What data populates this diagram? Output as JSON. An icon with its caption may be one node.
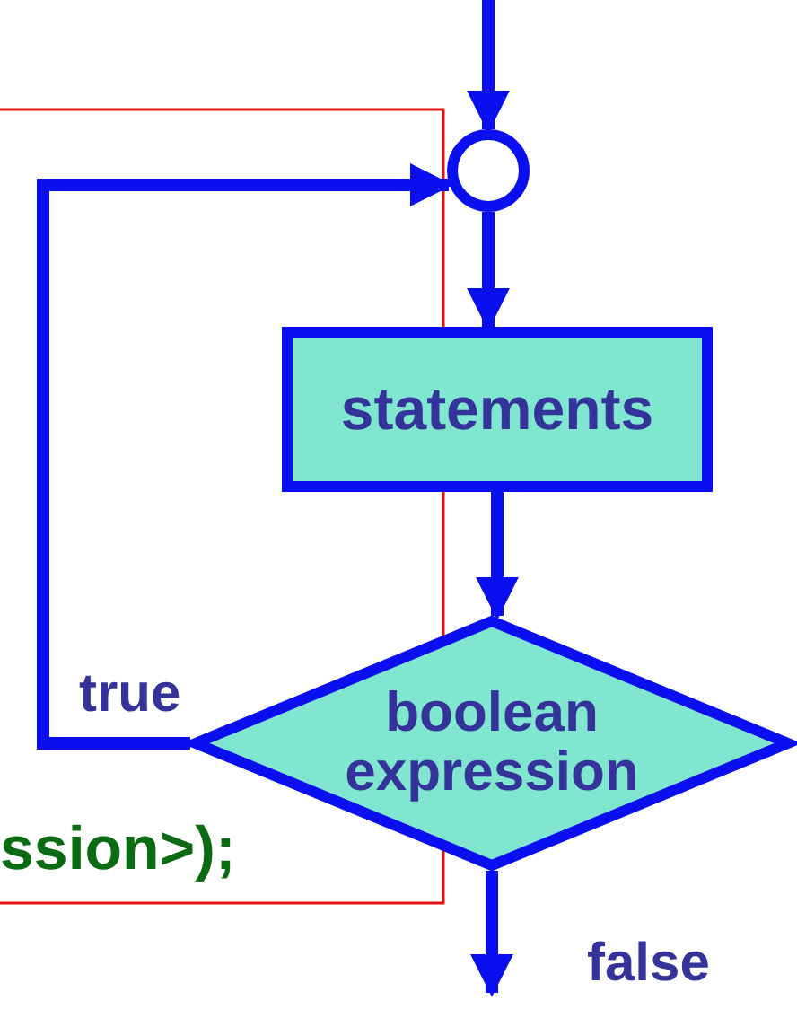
{
  "diagram": {
    "nodes": [
      {
        "text": [],
        "shape": "circle"
      },
      {
        "text": [
          "statements"
        ]
      },
      {
        "text": [
          "boolean expression"
        ]
      }
    ],
    "edges": [
      {
        "from": null,
        "to": 0,
        "arrow": "to"
      },
      {
        "from": 0,
        "to": 1,
        "arrow": "to"
      },
      {
        "from": 1,
        "to": 2,
        "arrow": "to"
      },
      {
        "from": 2,
        "to": 0,
        "arrow": "to",
        "label": "true"
      },
      {
        "from": 2,
        "to": null,
        "arrow": "to",
        "label": "false"
      }
    ],
    "labels": [
      "ssion>);"
    ]
  }
}
